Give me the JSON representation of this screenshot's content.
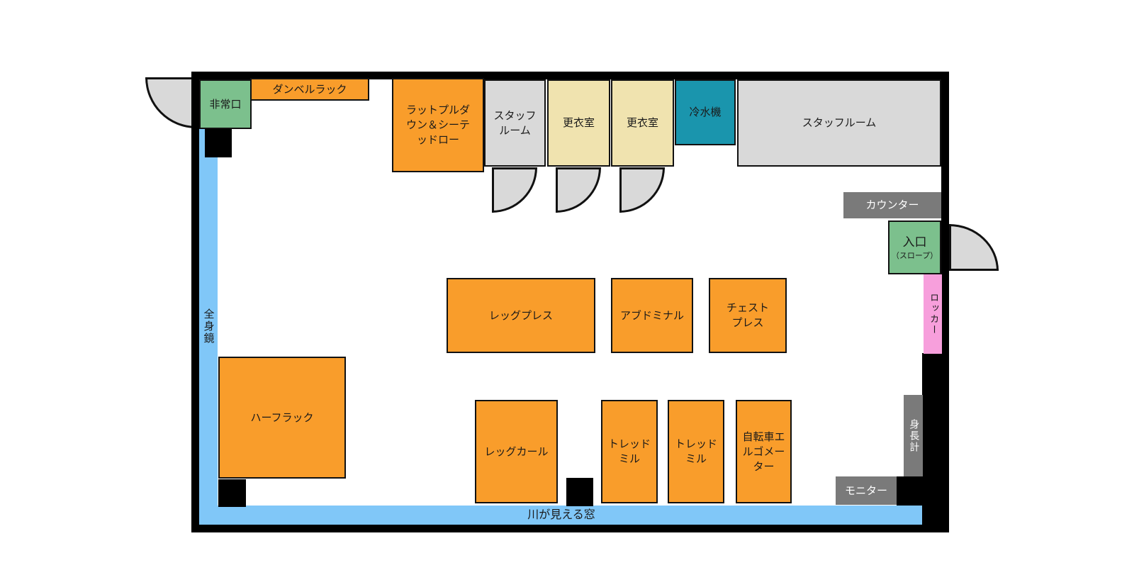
{
  "colors": {
    "equipment_orange": "#F99D2B",
    "room_gray": "#D9D9D9",
    "door_gray": "#D9D9D9",
    "exit_green": "#7CC08D",
    "changing_beige": "#F0E3AF",
    "cooler_teal": "#1A95AD",
    "label_dark_gray": "#7A7A7A",
    "locker_pink": "#F79FDC",
    "window_blue": "#80C7F8",
    "wall_black": "#000000"
  },
  "rooms": {
    "emergency_exit": {
      "label": "非常口"
    },
    "staff_room_small": {
      "label": "スタッフルーム"
    },
    "changing_room_1": {
      "label": "更衣室"
    },
    "changing_room_2": {
      "label": "更衣室"
    },
    "water_cooler": {
      "label": "冷水機"
    },
    "staff_room_large": {
      "label": "スタッフルーム"
    },
    "entrance": {
      "label": "入口",
      "sublabel": "（スロープ）"
    }
  },
  "fixtures": {
    "counter": {
      "label": "カウンター"
    },
    "locker": {
      "label": "ロッカー"
    },
    "height_meter": {
      "label": "身長計"
    },
    "monitor": {
      "label": "モニター"
    },
    "mirror": {
      "label": "全身鏡"
    },
    "window": {
      "label": "川が見える窓"
    }
  },
  "equipment": {
    "dumbbell_rack": {
      "label": "ダンベルラック"
    },
    "lat_pulldown_seated_row": {
      "label": "ラットプルダウン＆シーテッドロー"
    },
    "leg_press": {
      "label": "レッグプレス"
    },
    "abdominal": {
      "label": "アブドミナル"
    },
    "chest_press": {
      "label": "チェストプレス"
    },
    "half_rack": {
      "label": "ハーフラック"
    },
    "leg_curl": {
      "label": "レッグカール"
    },
    "treadmill_1": {
      "label": "トレッドミル"
    },
    "treadmill_2": {
      "label": "トレッドミル"
    },
    "bike_ergometer": {
      "label": "自転車エルゴメーター"
    }
  }
}
